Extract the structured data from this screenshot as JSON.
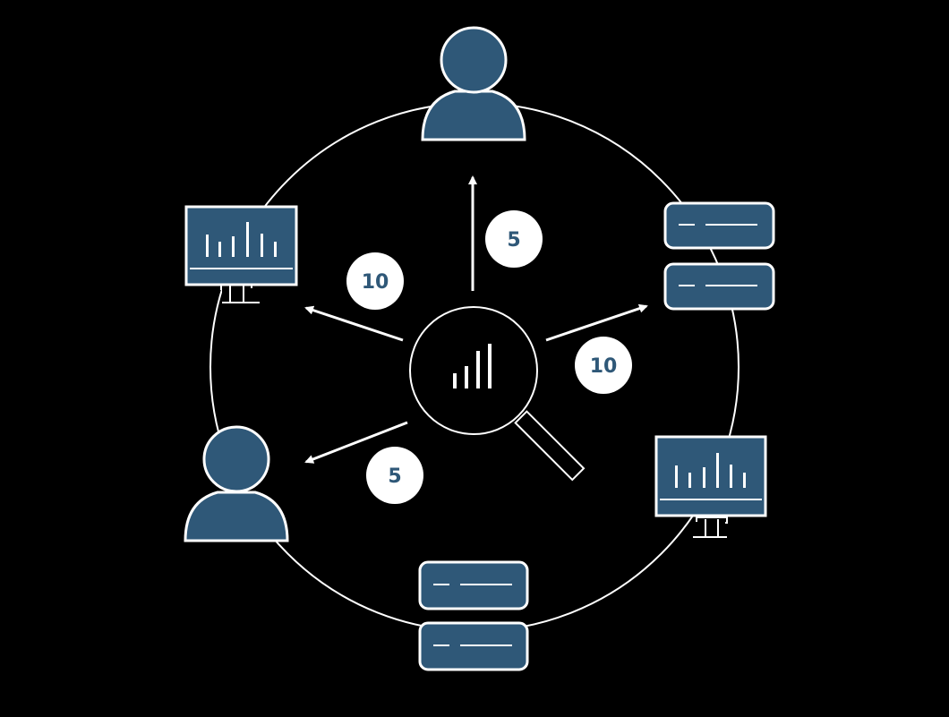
{
  "colors": {
    "background": "#000000",
    "node_fill": "#2f5878",
    "line": "#ffffff",
    "badge_fill": "#ffffff",
    "badge_text": "#2f5878"
  },
  "center": {
    "icon": "magnifier-chart-icon"
  },
  "nodes": [
    {
      "id": "user-top",
      "icon": "user-icon"
    },
    {
      "id": "monitor-left",
      "icon": "monitor-chart-icon"
    },
    {
      "id": "server-right",
      "icon": "server-stack-icon"
    },
    {
      "id": "user-left",
      "icon": "user-icon"
    },
    {
      "id": "monitor-right",
      "icon": "monitor-chart-icon"
    },
    {
      "id": "server-bottom",
      "icon": "server-stack-icon"
    }
  ],
  "arrows": [
    {
      "target": "user-top",
      "label": "5"
    },
    {
      "target": "monitor-left",
      "label": "10"
    },
    {
      "target": "server-right",
      "label": "10"
    },
    {
      "target": "user-left",
      "label": "5"
    }
  ]
}
